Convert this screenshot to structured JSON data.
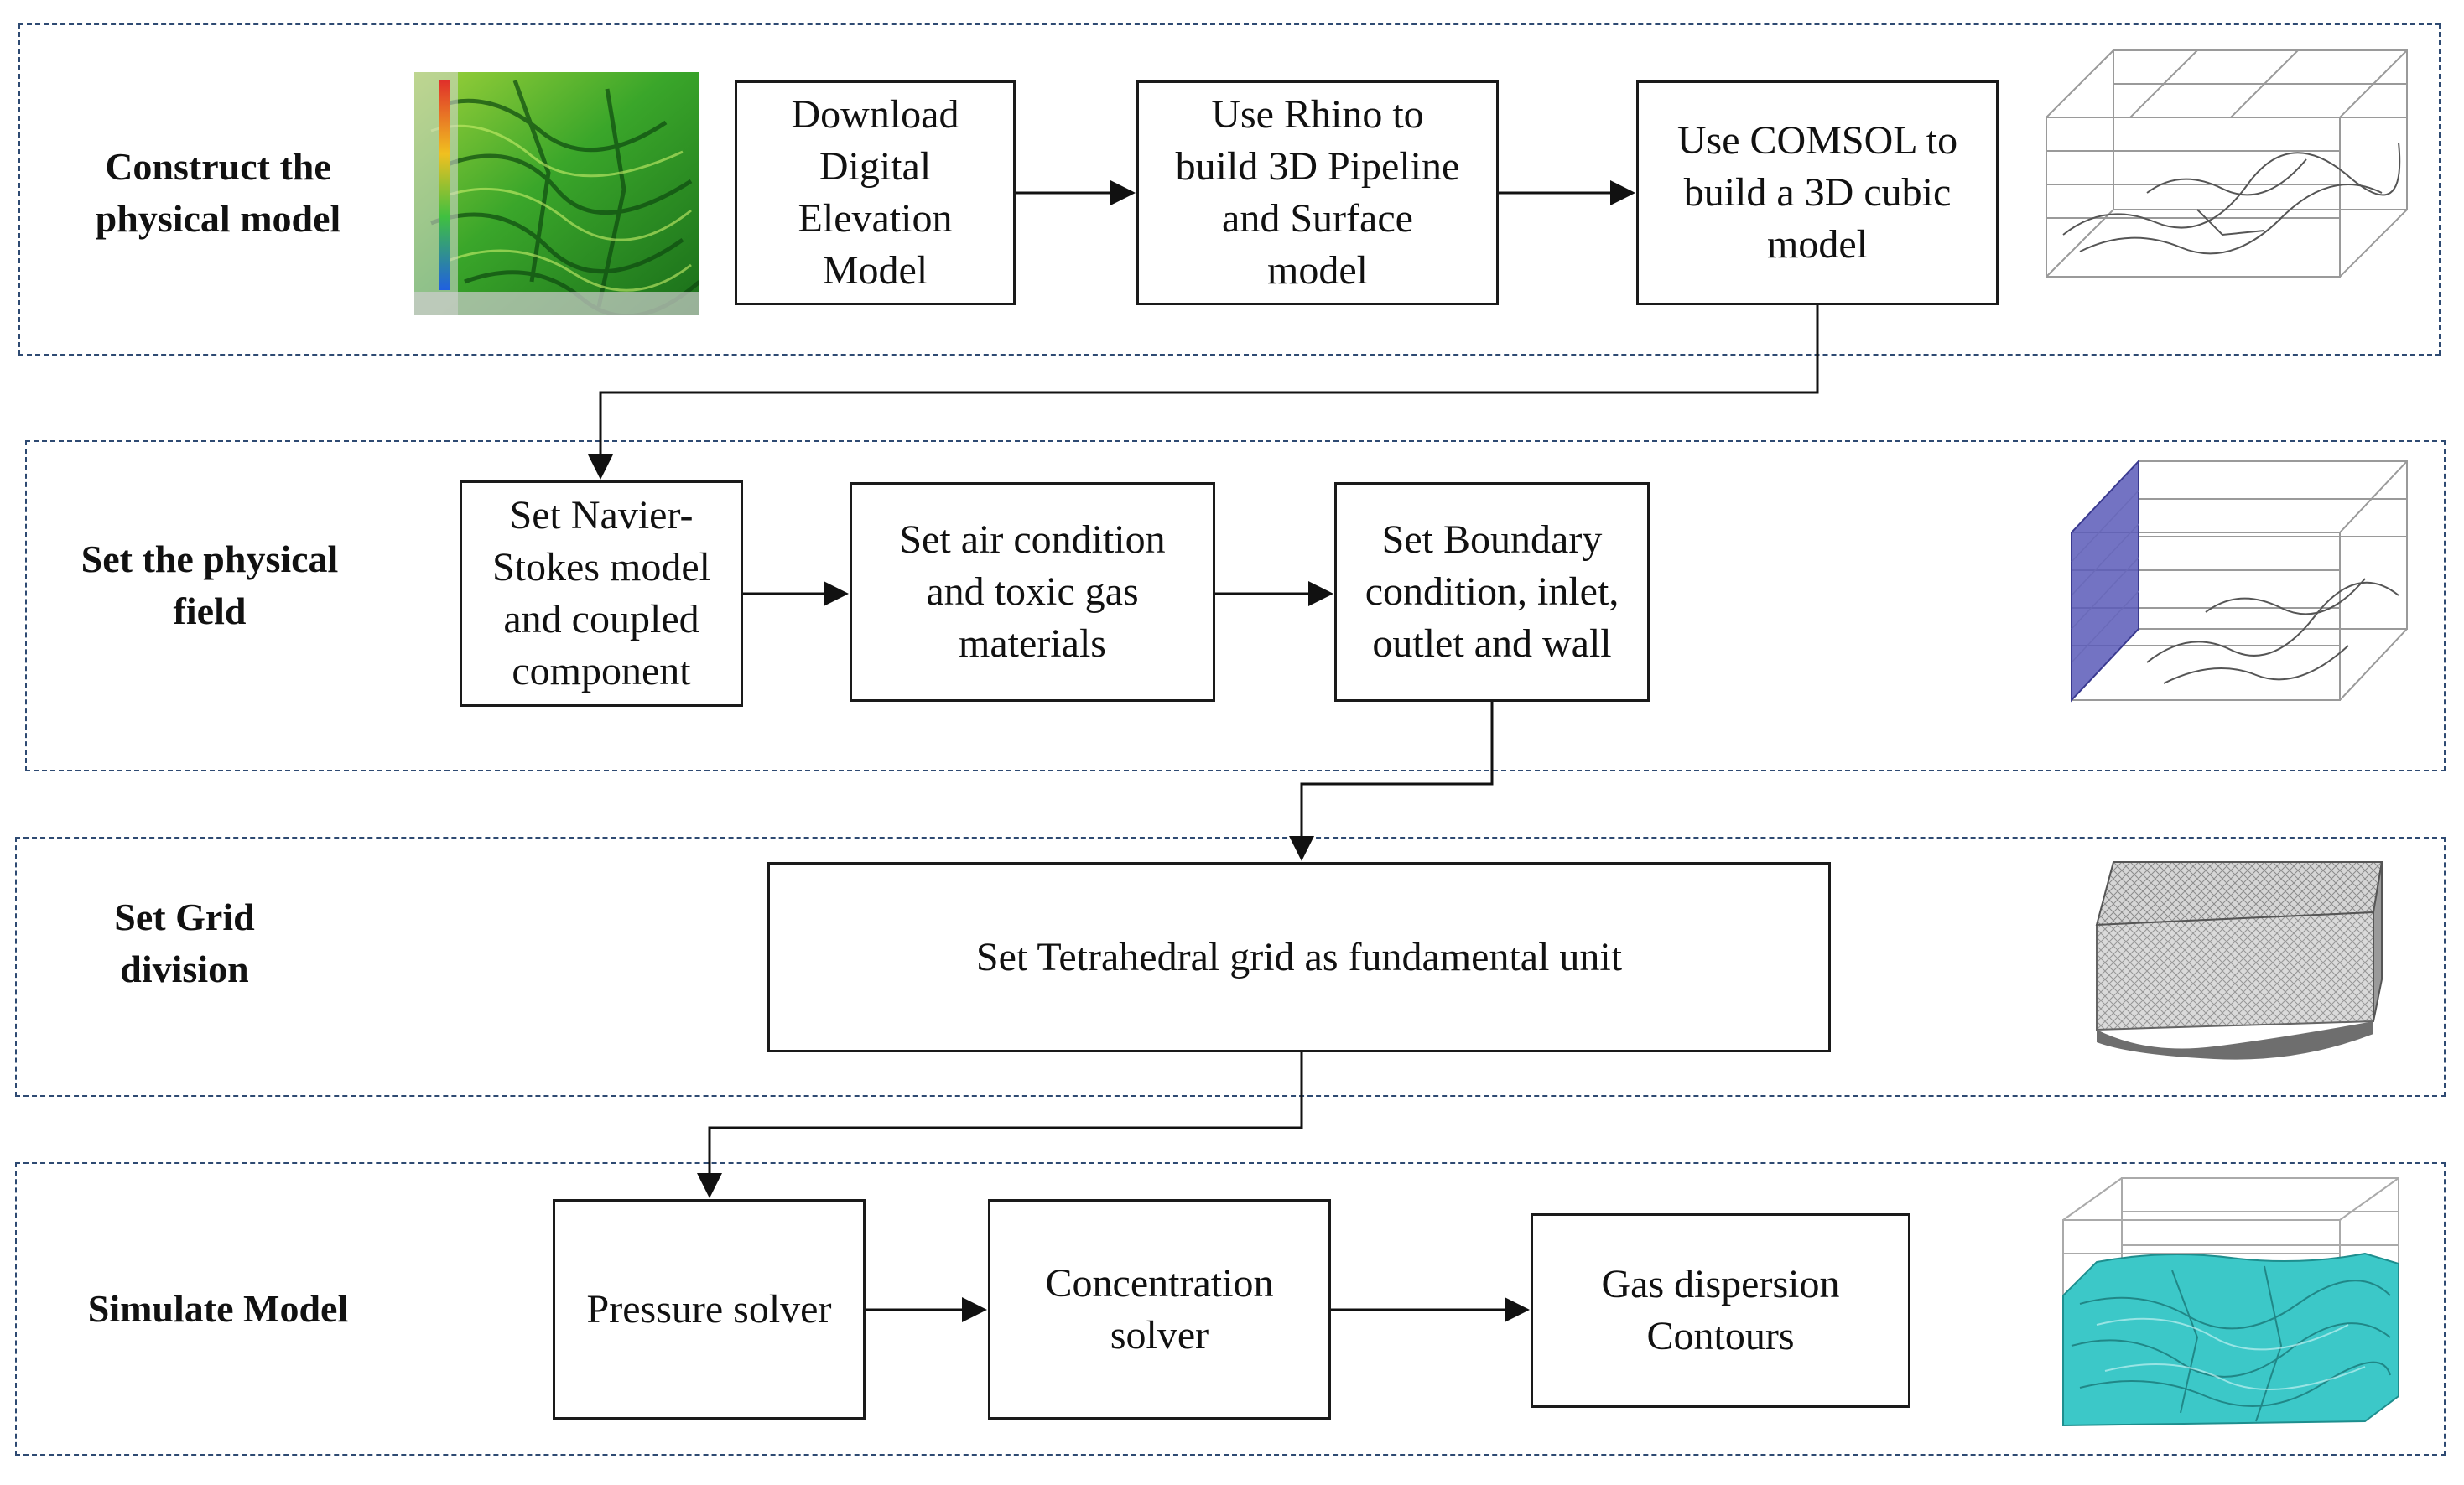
{
  "stages": {
    "construct": {
      "title": "Construct the\nphysical model",
      "boxes": {
        "download": "Download\nDigital\nElevation\nModel",
        "rhino": "Use Rhino to\nbuild 3D Pipeline\nand Surface\nmodel",
        "comsol": "Use COMSOL to\nbuild a 3D cubic\nmodel"
      },
      "images": [
        "dem-elevation-map",
        "wireframe-3d-terrain-model"
      ]
    },
    "physical_field": {
      "title": "Set the physical\nfield",
      "boxes": {
        "navier": "Set Navier-\nStokes model\nand coupled\ncomponent",
        "air": "Set air condition\nand toxic gas\nmaterials",
        "boundary": "Set Boundary\ncondition, inlet,\noutlet and wall"
      },
      "images": [
        "wireframe-model-with-inlet-plane"
      ]
    },
    "grid": {
      "title": "Set Grid\ndivision",
      "boxes": {
        "tetra": "Set Tetrahedral grid as fundamental unit"
      },
      "images": [
        "tetrahedral-mesh-block"
      ]
    },
    "simulate": {
      "title": "Simulate Model",
      "boxes": {
        "pressure": "Pressure solver",
        "concentration": "Concentration\nsolver",
        "dispersion": "Gas dispersion\nContours"
      },
      "images": [
        "gas-dispersion-surface-plot"
      ]
    }
  },
  "colors": {
    "dashed_border": "#2e4a72",
    "box_border": "#1a1a1a",
    "inlet_plane": "#5a5ab8",
    "gas_surface": "#3cc8c8",
    "dem_green": "#3aa62a",
    "dem_colorbar": "#e0302a"
  }
}
